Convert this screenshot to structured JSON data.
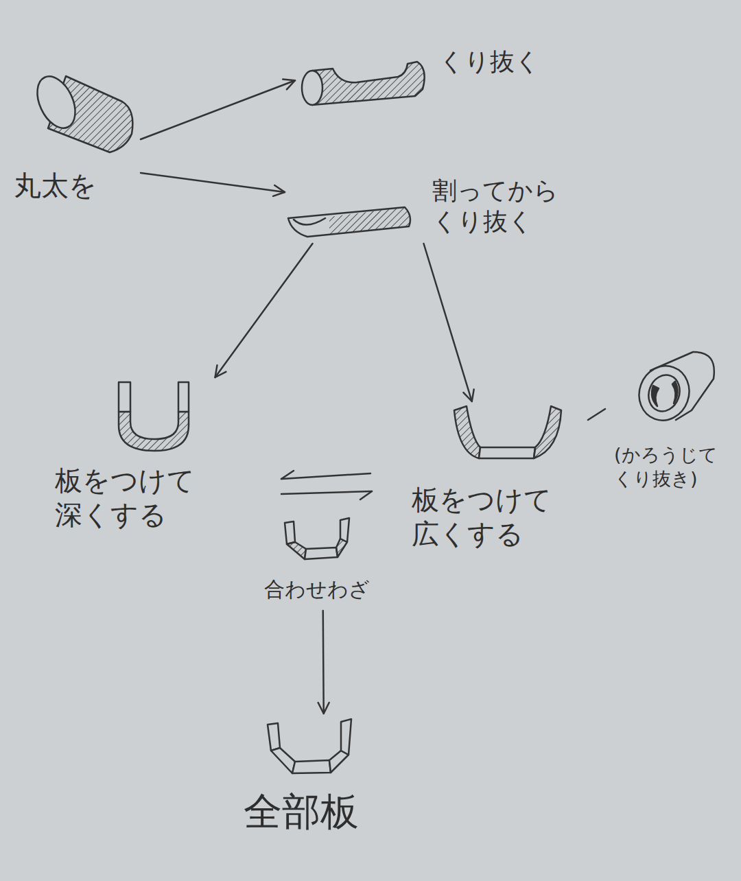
{
  "diagram": {
    "nodes": [
      {
        "text": [
          "丸太を"
        ]
      },
      {
        "text": [
          "くり抜く"
        ]
      },
      {
        "text": [
          "割ってから くり抜く"
        ]
      },
      {
        "text": [
          "板をつけて 深くする"
        ]
      },
      {
        "text": [
          "板をつけて 広くする"
        ]
      },
      {
        "text": [
          "合わせわざ"
        ]
      },
      {
        "text": [
          "全部板"
        ]
      }
    ],
    "edges": [
      {
        "from": 0,
        "to": 1,
        "arrow": "to"
      },
      {
        "from": 0,
        "to": 2,
        "arrow": "to"
      },
      {
        "from": 2,
        "to": 3,
        "arrow": "to"
      },
      {
        "from": 2,
        "to": 4,
        "arrow": "to"
      },
      {
        "from": 5,
        "to": 6,
        "arrow": "to"
      }
    ],
    "labels": [
      "(かろうじて くり抜き)"
    ]
  }
}
